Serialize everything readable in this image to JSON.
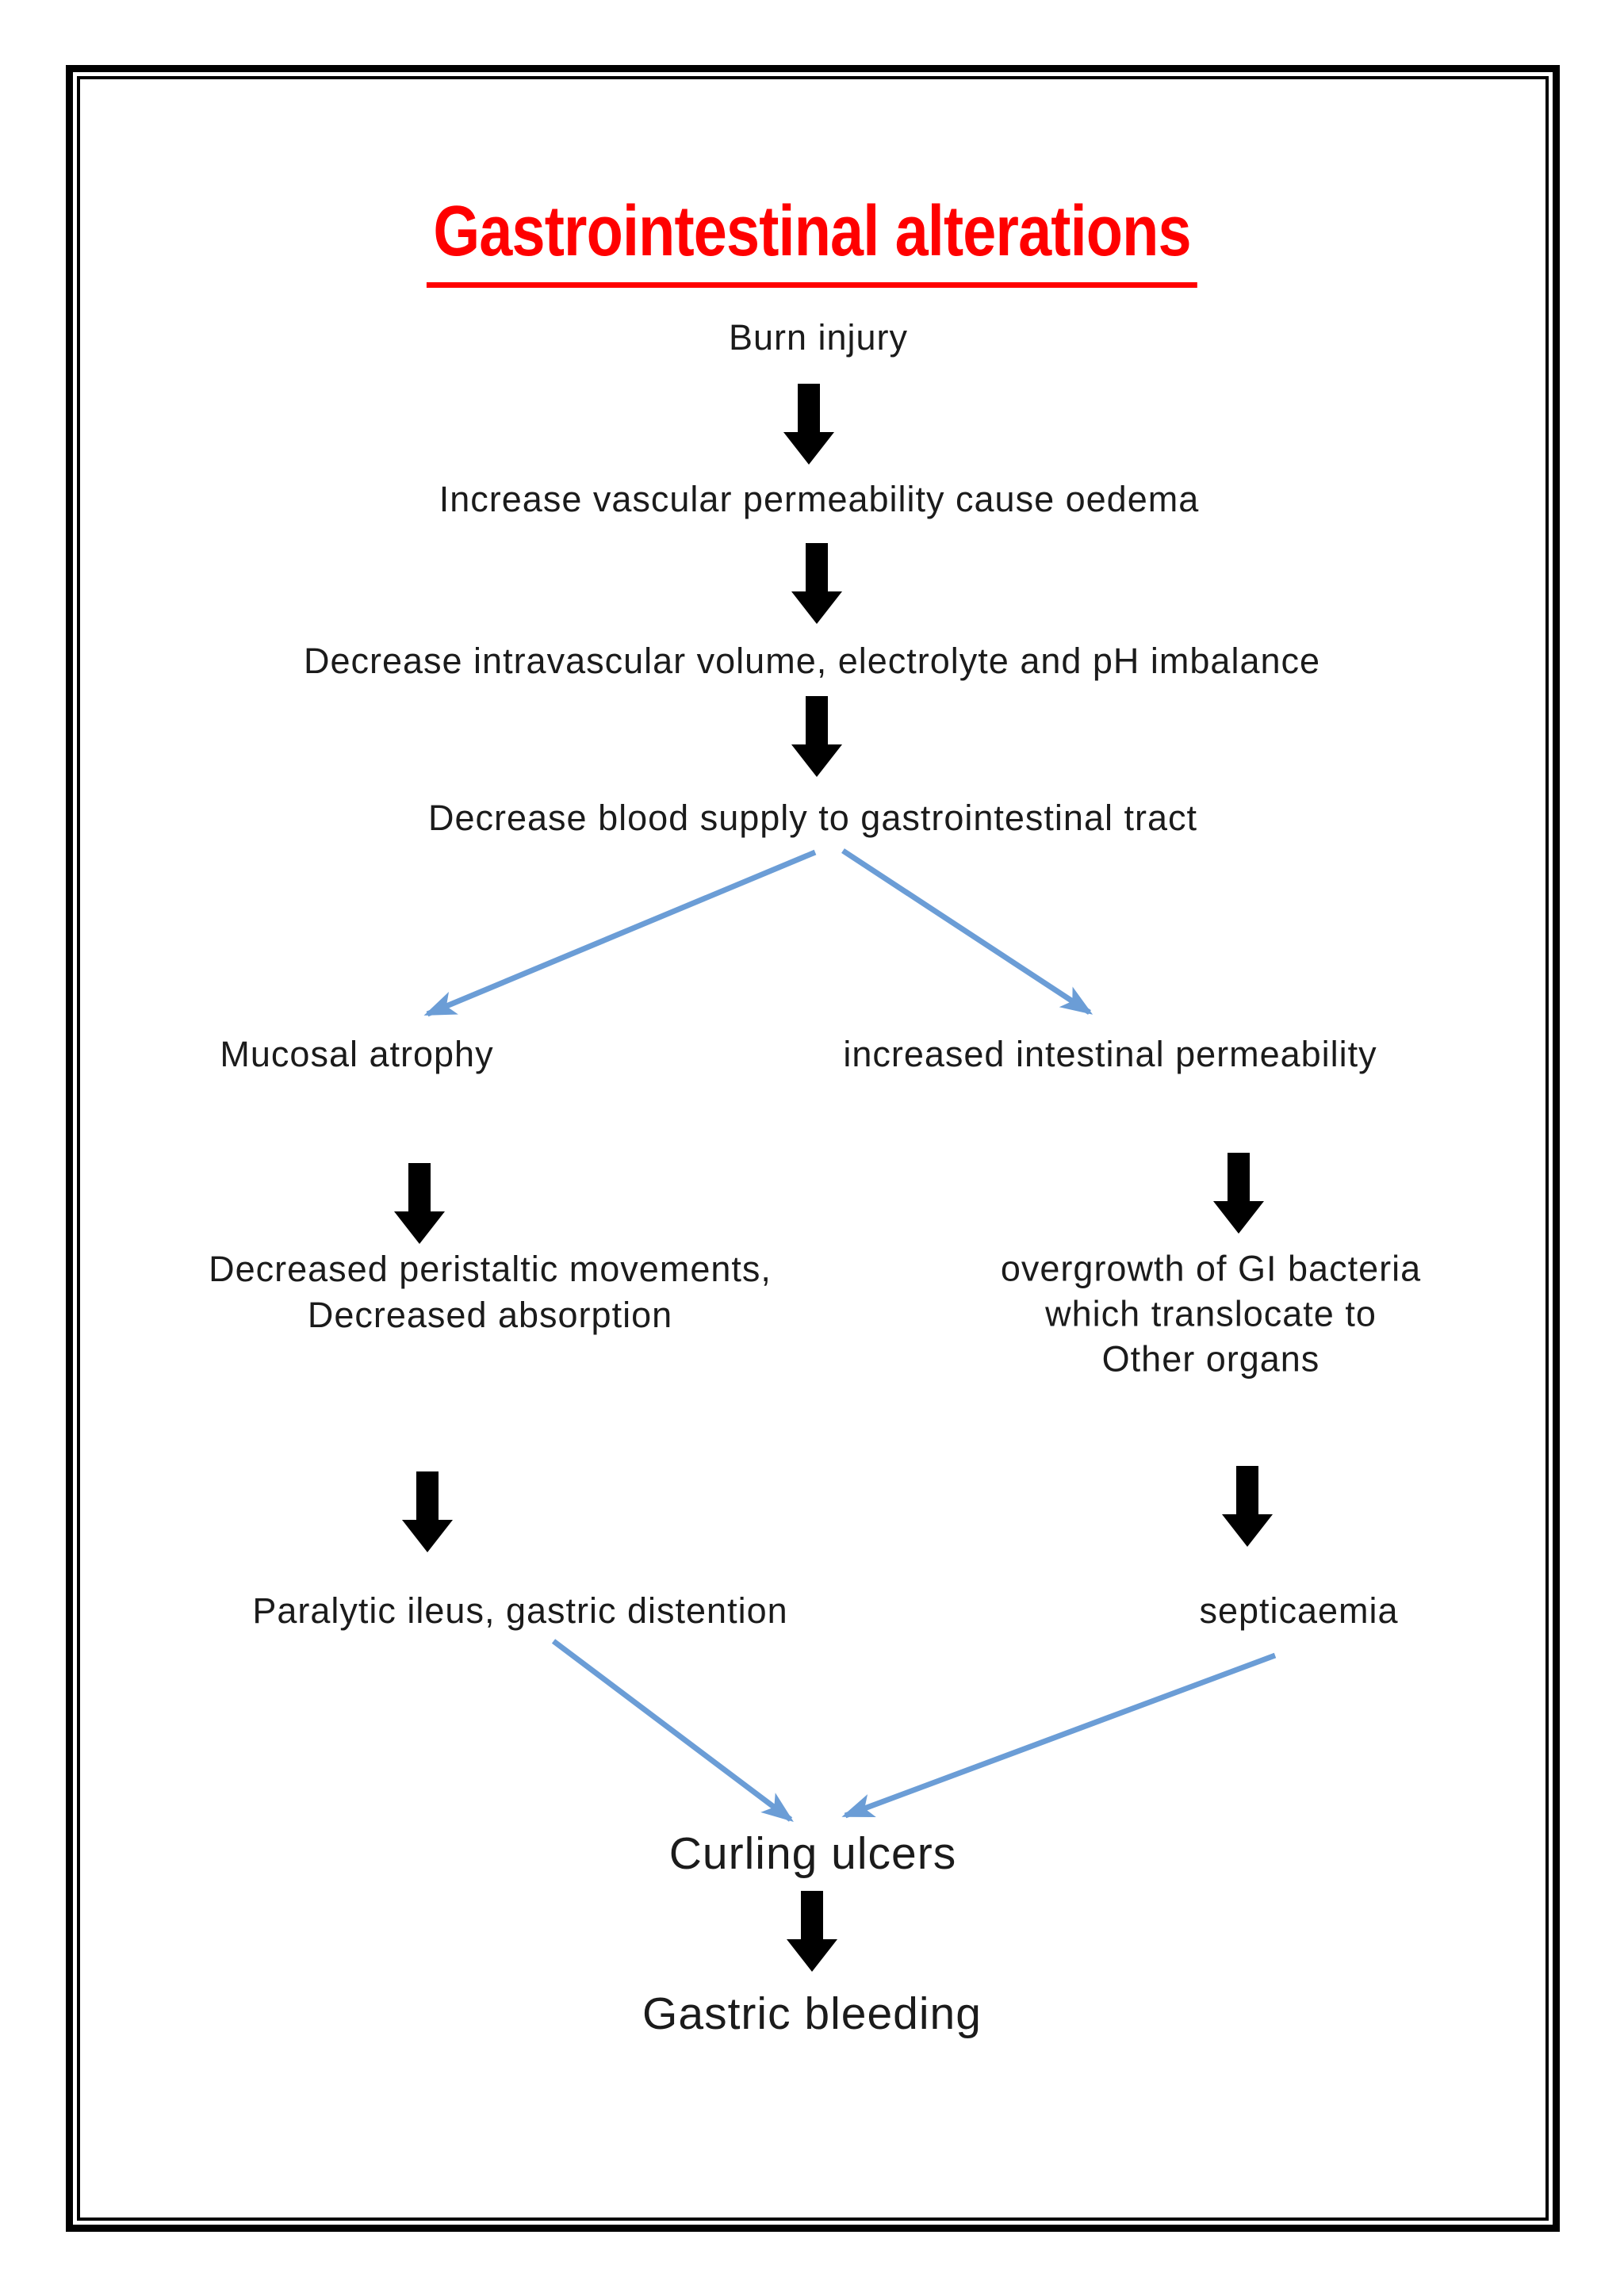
{
  "title": "Gastrointestinal alterations",
  "colors": {
    "title_red": "#FF0000",
    "text_black": "#1B1B1B",
    "arrow_fill": "#5B9BD5",
    "arrow_border": "#41719C",
    "line_arrow": "#6B9DD6",
    "frame_black": "#000000"
  },
  "nodes": {
    "burn_injury": {
      "label": "Burn injury"
    },
    "increase_vascular": {
      "label": "Increase vascular permeability cause oedema"
    },
    "decrease_intravascular": {
      "label": "Decrease intravascular volume, electrolyte and pH imbalance"
    },
    "decrease_blood_supply": {
      "label": "Decrease blood supply to gastrointestinal tract"
    },
    "mucosal_atrophy": {
      "label": "Mucosal atrophy"
    },
    "increased_permeability": {
      "label": "increased intestinal permeability"
    },
    "decreased_peristaltic": {
      "lines": [
        "Decreased peristaltic movements,",
        "Decreased absorption"
      ]
    },
    "overgrowth": {
      "lines": [
        "overgrowth of GI bacteria",
        "which translocate to",
        "Other organs"
      ]
    },
    "paralytic_ileus": {
      "label": "Paralytic ileus, gastric distention"
    },
    "septicaemia": {
      "label": "septicaemia"
    },
    "curling_ulcers": {
      "label": "Curling ulcers"
    },
    "gastric_bleeding": {
      "label": "Gastric bleeding"
    }
  }
}
